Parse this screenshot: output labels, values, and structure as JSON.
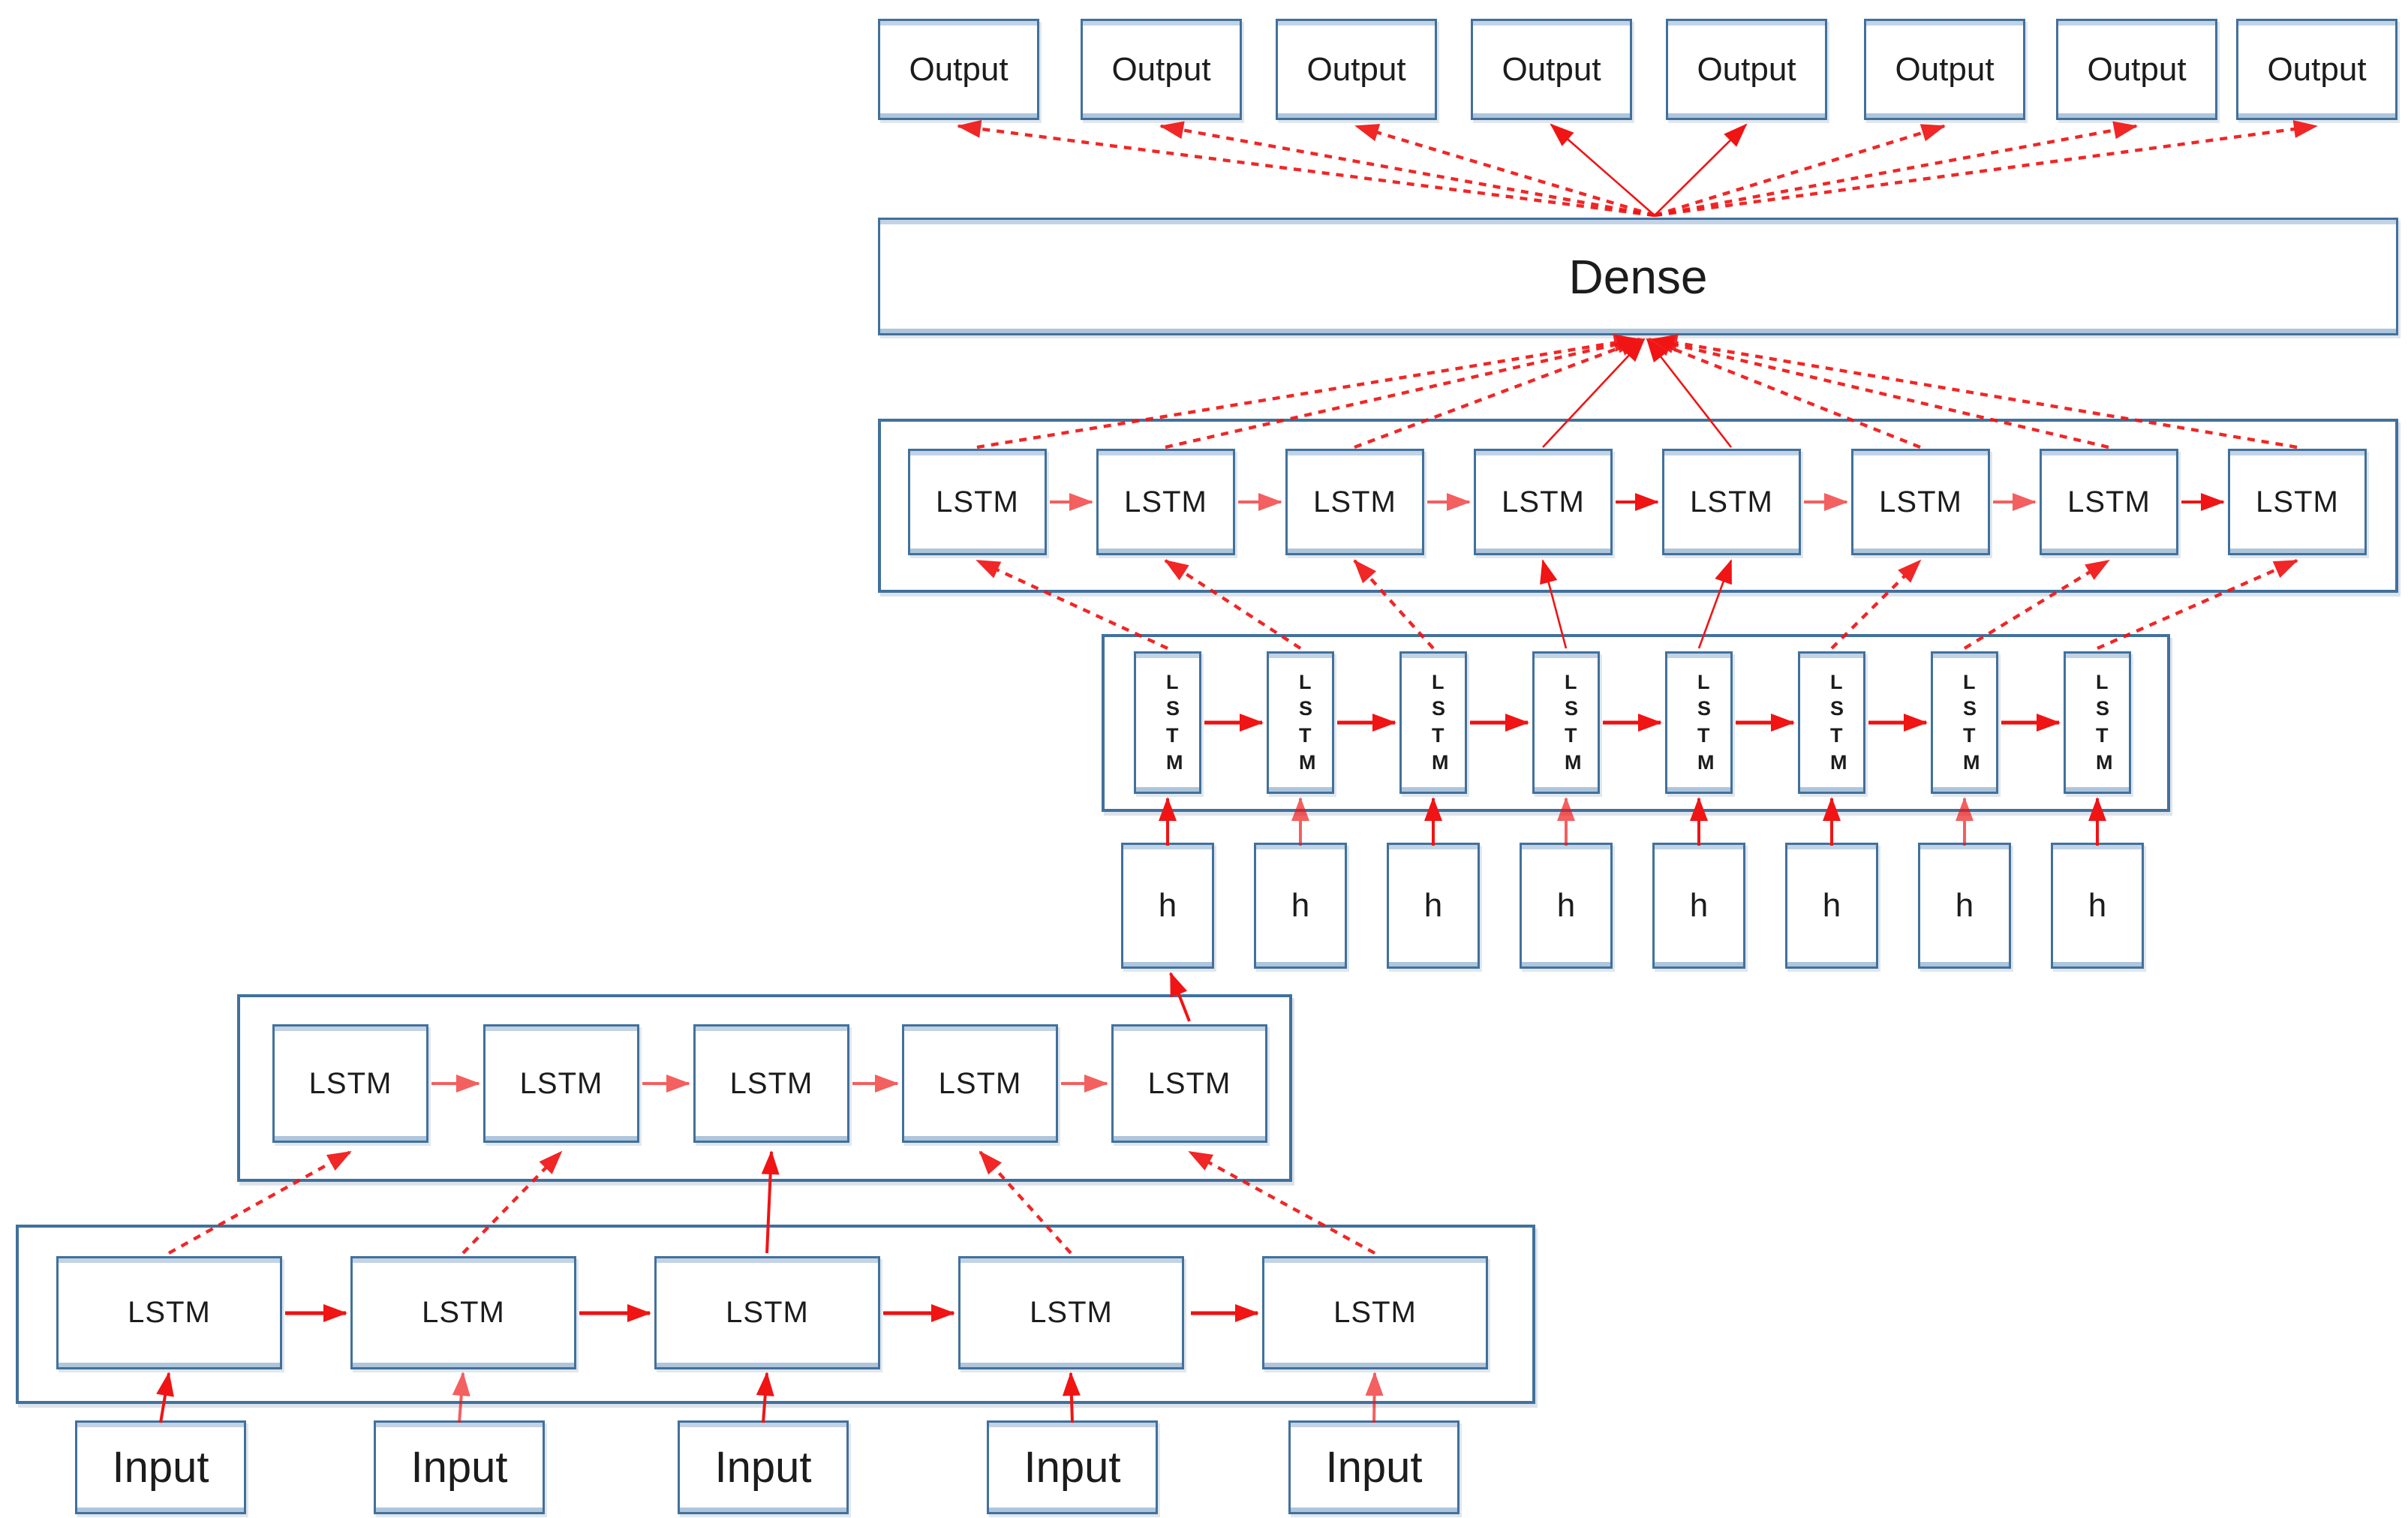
{
  "diagram": {
    "dense_label": "Dense",
    "outputs": [
      "Output",
      "Output",
      "Output",
      "Output",
      "Output",
      "Output",
      "Output",
      "Output"
    ],
    "lstm_top_row": [
      "LSTM",
      "LSTM",
      "LSTM",
      "LSTM",
      "LSTM",
      "LSTM",
      "LSTM",
      "LSTM"
    ],
    "lstm_vertical_row": [
      "LSTM",
      "LSTM",
      "LSTM",
      "LSTM",
      "LSTM",
      "LSTM",
      "LSTM",
      "LSTM"
    ],
    "hidden_state_row": [
      "h",
      "h",
      "h",
      "h",
      "h",
      "h",
      "h",
      "h"
    ],
    "lstm_mid_row": [
      "LSTM",
      "LSTM",
      "LSTM",
      "LSTM",
      "LSTM"
    ],
    "lstm_bottom_row": [
      "LSTM",
      "LSTM",
      "LSTM",
      "LSTM",
      "LSTM"
    ],
    "inputs": [
      "Input",
      "Input",
      "Input",
      "Input",
      "Input"
    ],
    "colors": {
      "box_border": "#41719C",
      "arrow": "#F01414",
      "text": "#1C1C1C",
      "background": "#FFFFFF"
    }
  }
}
